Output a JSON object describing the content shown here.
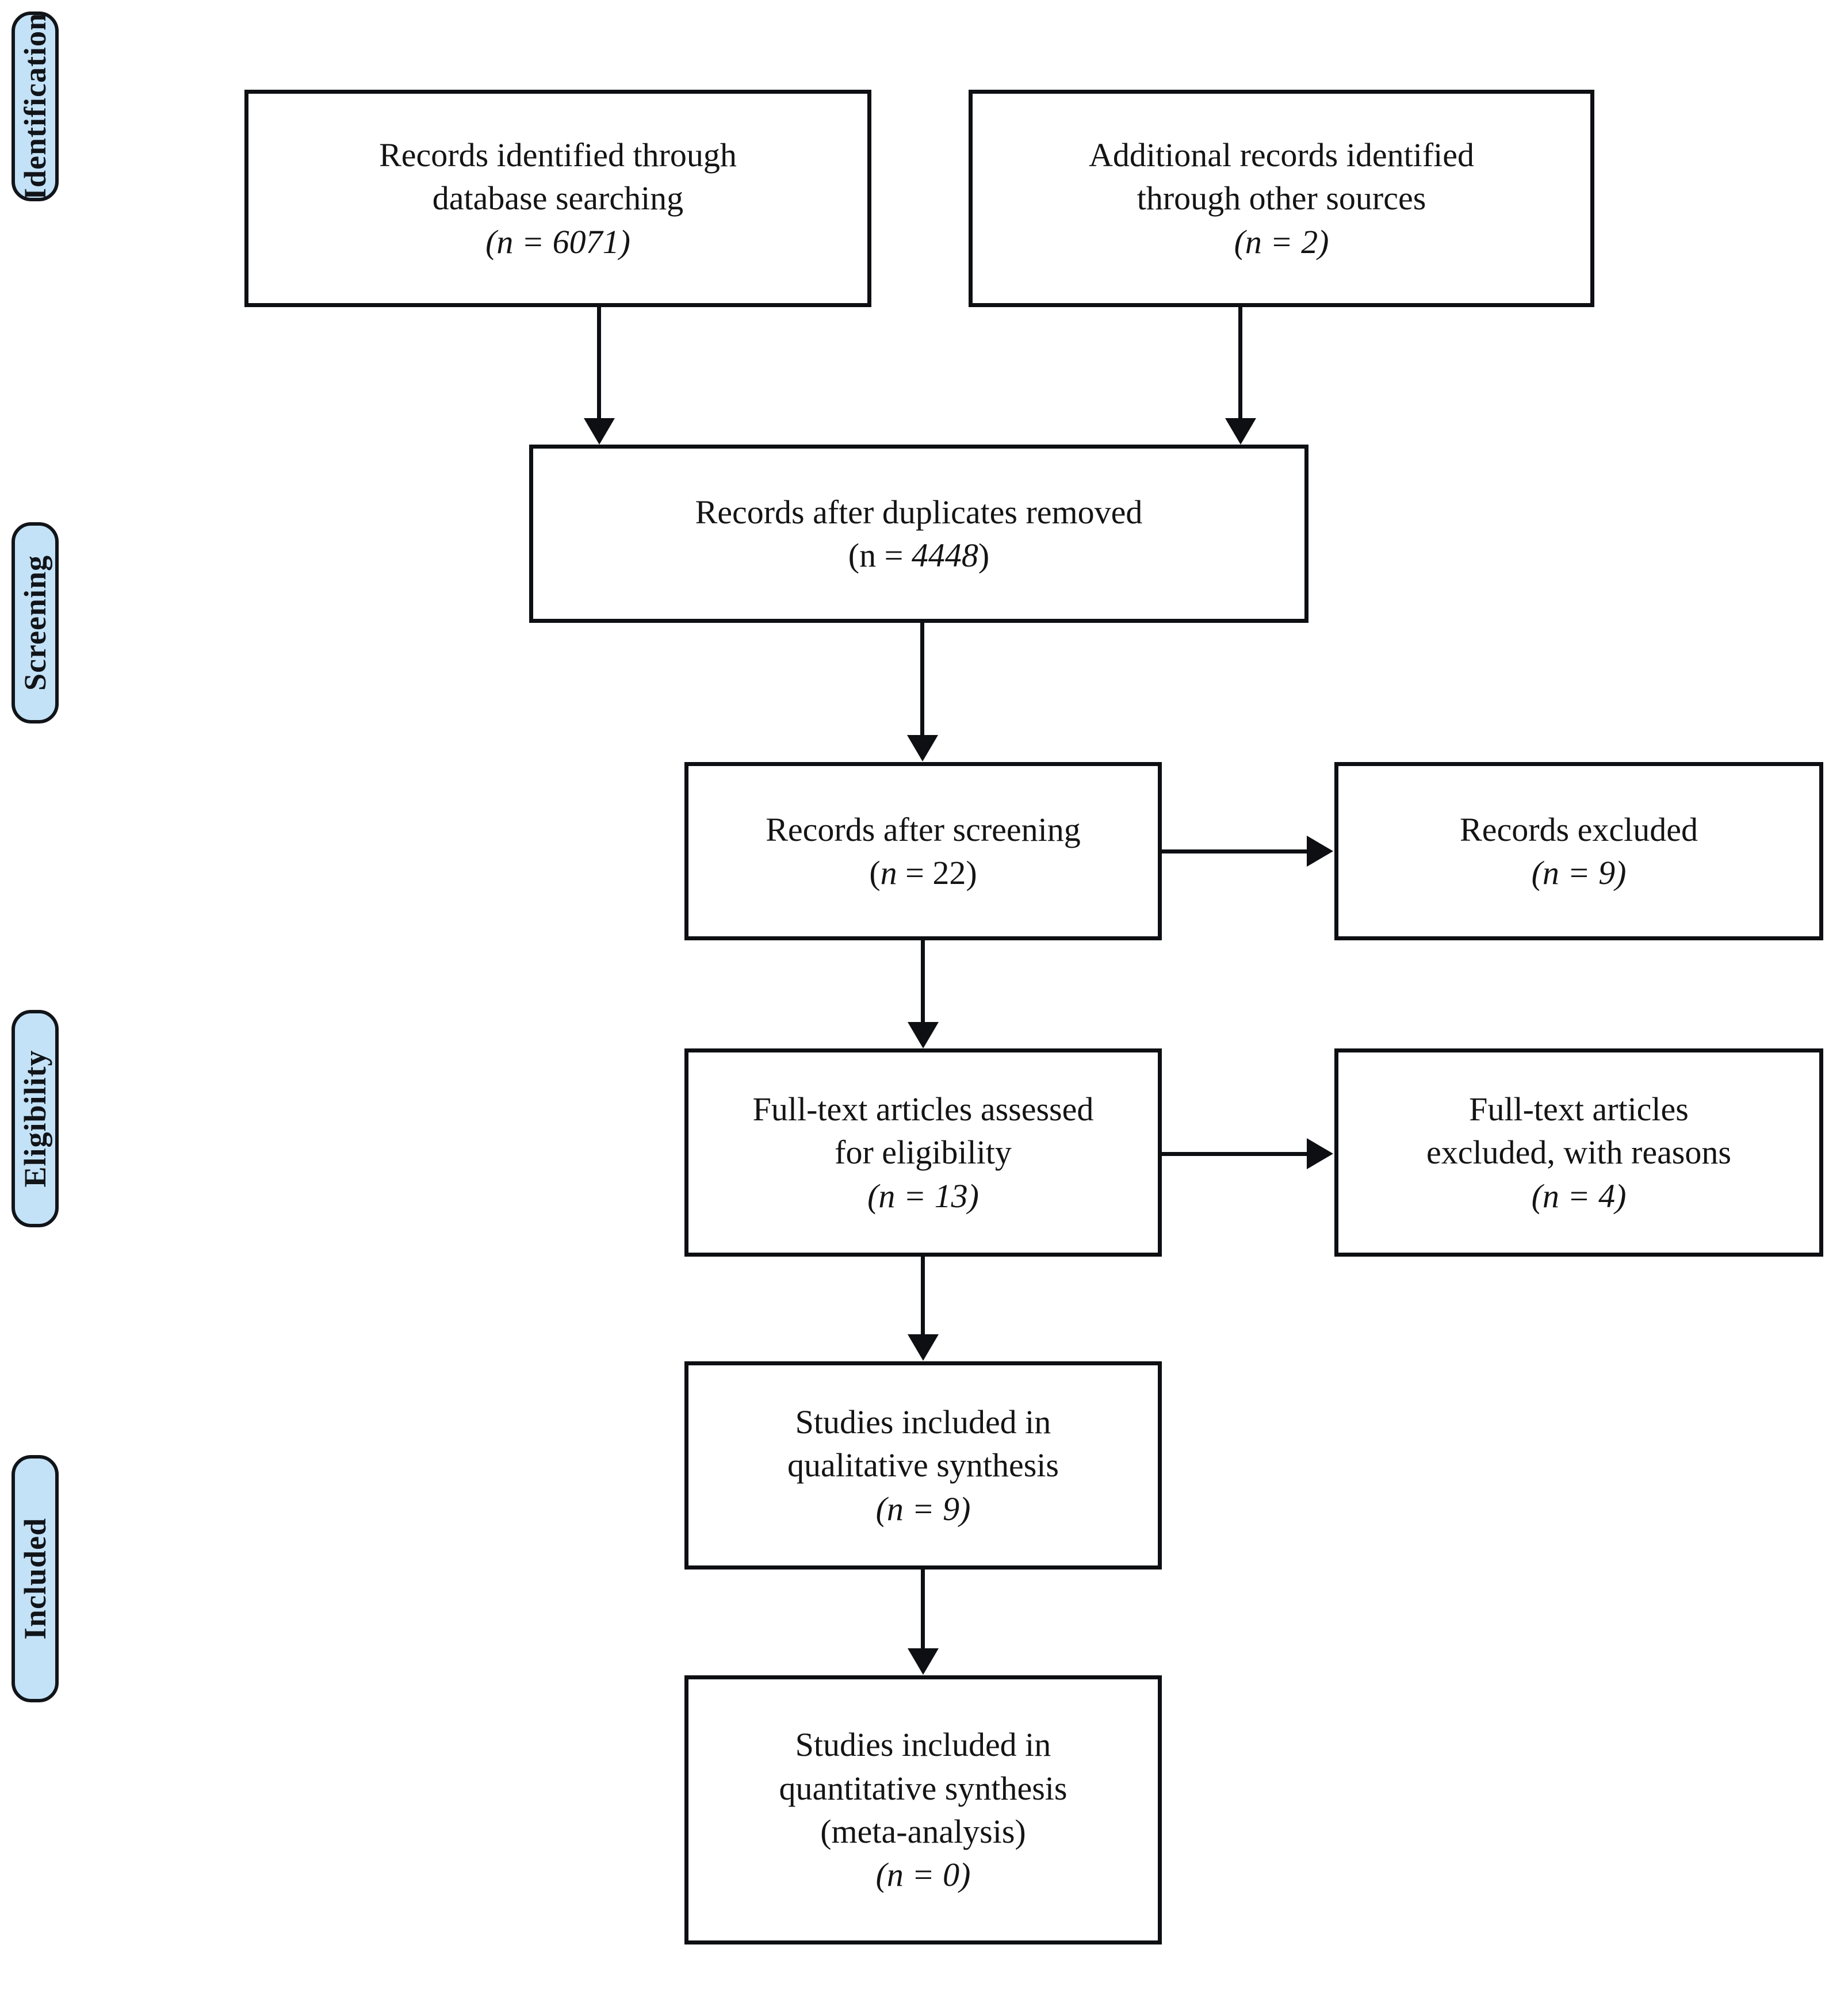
{
  "diagram": {
    "title": "PRISMA flow diagram",
    "type": "prisma-flowchart",
    "accent_color": "#c3e2f7",
    "line_color": "#0d0f12",
    "background": "#ffffff"
  },
  "phases": [
    {
      "id": "identification",
      "label": "Identification"
    },
    {
      "id": "screening",
      "label": "Screening"
    },
    {
      "id": "eligibility",
      "label": "Eligibility"
    },
    {
      "id": "included",
      "label": "Included"
    }
  ],
  "nodes": {
    "db_records": {
      "line1": "Records identified through",
      "line2": "database searching",
      "count_prefix": "(",
      "count_n": "n",
      "count_eq": " = ",
      "count_value": "6071",
      "count_suffix": ")",
      "count_full": "(n = 6071)",
      "n_style": "italic",
      "value_style": "italic"
    },
    "other_records": {
      "line1": "Additional records identified",
      "line2": "through other sources",
      "count_n": "n",
      "count_value": "2",
      "count_full": "(n = 2)",
      "n_style": "italic",
      "value_style": "italic"
    },
    "duplicates_removed": {
      "line1": "Records after duplicates removed",
      "count_n": "n",
      "count_value": "4448",
      "count_full": "(n = 4448)",
      "n_style": "upright",
      "value_style": "italic"
    },
    "after_screening": {
      "line1": "Records after screening",
      "count_n": "n",
      "count_value": "22",
      "count_full": "(n = 22)",
      "n_style": "italic",
      "value_style": "upright"
    },
    "records_excluded": {
      "line1": "Records excluded",
      "count_n": "n",
      "count_value": "9",
      "count_full": "(n = 9)",
      "n_style": "italic",
      "value_style": "italic"
    },
    "fulltext_assessed": {
      "line1": "Full-text articles assessed",
      "line2": "for eligibility",
      "count_n": "n",
      "count_value": "13",
      "count_full": "(n = 13)",
      "n_style": "italic",
      "value_style": "italic"
    },
    "fulltext_excluded": {
      "line1": "Full-text articles",
      "line2": "excluded, with reasons",
      "count_n": "n",
      "count_value": "4",
      "count_full": "(n = 4)",
      "n_style": "italic",
      "value_style": "italic"
    },
    "qualitative": {
      "line1": "Studies included in",
      "line2": "qualitative synthesis",
      "count_n": "n",
      "count_value": "9",
      "count_full": "(n = 9)",
      "n_style": "italic",
      "value_style": "italic"
    },
    "quantitative": {
      "line1": "Studies included in",
      "line2": "quantitative synthesis",
      "line3": "(meta-analysis)",
      "count_n": "n",
      "count_value": "0",
      "count_full": "(n = 0)",
      "n_style": "italic",
      "value_style": "italic"
    }
  }
}
